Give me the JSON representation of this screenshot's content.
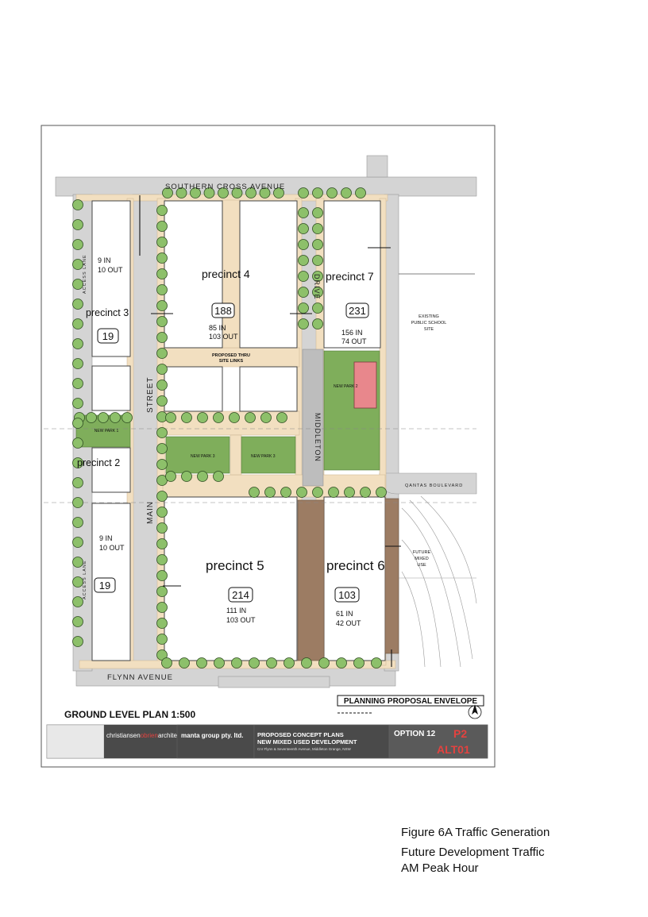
{
  "streets": {
    "north": "SOUTHERN CROSS AVENUE",
    "south": "FLYNN AVENUE",
    "main": "MAIN",
    "street": "STREET",
    "drive": "DRIVE",
    "middleton": "MIDDLETON",
    "qantas": "QANTAS BOULEVARD",
    "access_lane_top": "ACCESS LANE",
    "access_lane_bottom": "ACCESS LANE"
  },
  "precincts": [
    {
      "name": "precinct 4",
      "units": "188",
      "in": "85 IN",
      "out": "103 OUT"
    },
    {
      "name": "precinct 7",
      "units": "231",
      "in": "156 IN",
      "out": "74 OUT"
    },
    {
      "name": "precinct 3",
      "units": "19",
      "in": "9 IN",
      "out": "10 OUT"
    },
    {
      "name": "precinct 2"
    },
    {
      "name": "precinct 5",
      "units": "214",
      "in": "111 IN",
      "out": "103 OUT"
    },
    {
      "name": "precinct 6",
      "units": "103",
      "in": "61 IN",
      "out": "42 OUT"
    },
    {
      "units": "19",
      "in": "9 IN",
      "out": "10 OUT"
    }
  ],
  "labels": {
    "thru_links_1": "PROPOSED THRU",
    "thru_links_2": "SITE LINKS",
    "new_park_1": "NEW PARK 1",
    "new_park_2": "NEW PARK 2",
    "new_park_3a": "NEW PARK 3",
    "new_park_3b": "NEW PARK 3",
    "school_1": "EXISTING",
    "school_2": "PUBLIC SCHOOL",
    "school_3": "SITE",
    "future_1": "FUTURE",
    "future_2": "MIXED",
    "future_3": "USE",
    "envelope": "PLANNING PROPOSAL ENVELOPE",
    "plan_title": "GROUND LEVEL PLAN 1:500"
  },
  "title_block": {
    "architects_a": "christiansen",
    "architects_b": "obrien",
    "architects_c": "architects",
    "client": "manta group pty. ltd.",
    "project_1": "PROPOSED CONCEPT PLANS",
    "project_2": "NEW MIXED USED DEVELOPMENT",
    "project_3": "Cnr Flynn & Seventeenth Avenue, Middleton Grange, NSW",
    "option": "OPTION 12",
    "rev": "P2",
    "dwg": "ALT01"
  },
  "caption": {
    "line1": "Figure 6A Traffic Generation",
    "line2": "Future Development Traffic",
    "line3": "AM Peak Hour"
  },
  "colors": {
    "road": "#d4d4d4",
    "footpath": "#f2dfc0",
    "park": "#7fae5b",
    "tree": "#8dc06a",
    "community": "#e8878c",
    "brown": "#9c7c63",
    "accent_red": "#e4423f"
  }
}
